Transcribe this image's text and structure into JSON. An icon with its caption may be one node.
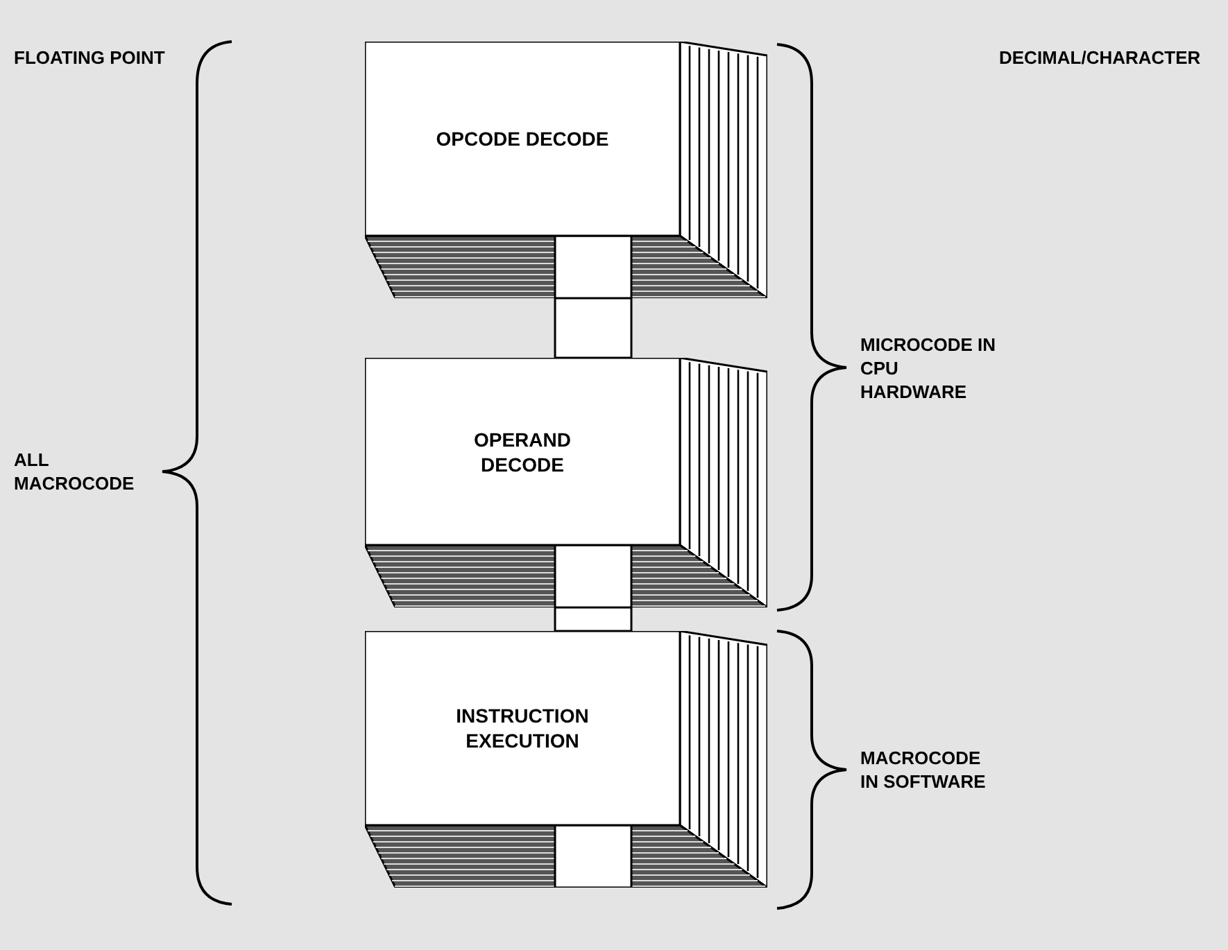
{
  "diagram": {
    "nodes": [
      {
        "text": [
          "OPCODE DECODE"
        ]
      },
      {
        "text": [
          "OPERAND DECODE"
        ]
      },
      {
        "text": [
          "INSTRUCTION EXECUTION"
        ]
      }
    ],
    "edges": [
      {
        "from": 0,
        "to": 1,
        "arrow": "none",
        "style": "thick"
      },
      {
        "from": 1,
        "to": 2,
        "arrow": "none",
        "style": "thick"
      }
    ],
    "labels": [
      "FLOATING POINT",
      "DECIMAL/CHARACTER",
      "ALL MACROCODE",
      "MICROCODE IN CPU HARDWARE",
      "MACROCODE IN SOFTWARE"
    ]
  }
}
